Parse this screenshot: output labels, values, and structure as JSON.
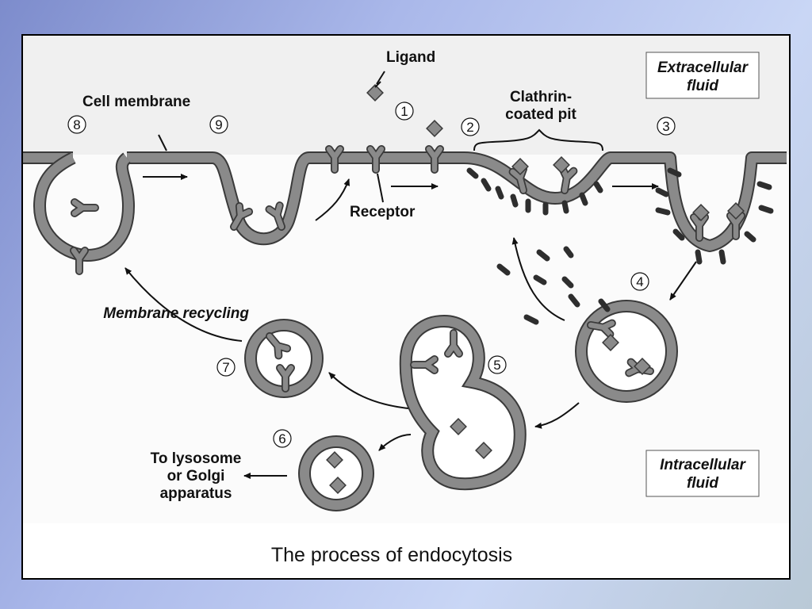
{
  "diagram": {
    "title": "The process of endocytosis",
    "labels": {
      "ligand": "Ligand",
      "cell_membrane": "Cell membrane",
      "receptor": "Receptor",
      "clathrin_pit": [
        "Clathrin-",
        "coated pit"
      ],
      "extracellular": [
        "Extracellular",
        "fluid"
      ],
      "intracellular": [
        "Intracellular",
        "fluid"
      ],
      "membrane_recycling": "Membrane recycling",
      "lysosome": [
        "To lysosome",
        "or Golgi",
        "apparatus"
      ]
    },
    "steps": [
      "1",
      "2",
      "3",
      "4",
      "5",
      "6",
      "7",
      "8",
      "9"
    ]
  },
  "colors": {
    "membrane": "#8a8a8a",
    "membrane_outline": "#3a3a3a",
    "clathrin": "#2e2e2e",
    "extracellular_bg": "#f0f0f0",
    "intracellular_bg": "#fbfbfb"
  }
}
